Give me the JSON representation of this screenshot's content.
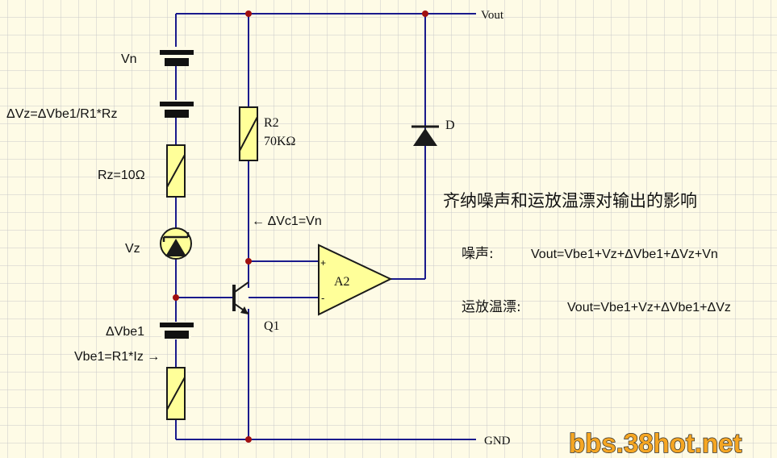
{
  "colors": {
    "background": "#fefbe6",
    "grid": "#c9c9c9",
    "wire": "#1a1a8c",
    "component_fill": "#ffff99",
    "junction": "#a01010",
    "watermark": "#f5a623",
    "watermark_outline": "#2b2b2b"
  },
  "labels": {
    "vout": "Vout",
    "gnd": "GND",
    "vn": "Vn",
    "delta_vz": "ΔVz=ΔVbe1/R1*Rz",
    "rz": "Rz=10Ω",
    "vz": "Vz",
    "delta_vbe1": "ΔVbe1",
    "vbe1": "Vbe1=R1*Iz →",
    "r2_name": "R2",
    "r2_value": "70KΩ",
    "delta_vc1": "← ΔVc1=Vn",
    "a2": "A2",
    "plus": "+",
    "minus": "-",
    "q1": "Q1",
    "d": "D"
  },
  "annotations": {
    "title": "齐纳噪声和运放温漂对输出的影响",
    "noise_label": "噪声:",
    "noise_formula": "Vout=Vbe1+Vz+ΔVbe1+ΔVz+Vn",
    "drift_label": "运放温漂:",
    "drift_formula": "Vout=Vbe1+Vz+ΔVbe1+ΔVz"
  },
  "watermark": "bbs.38hot.net"
}
